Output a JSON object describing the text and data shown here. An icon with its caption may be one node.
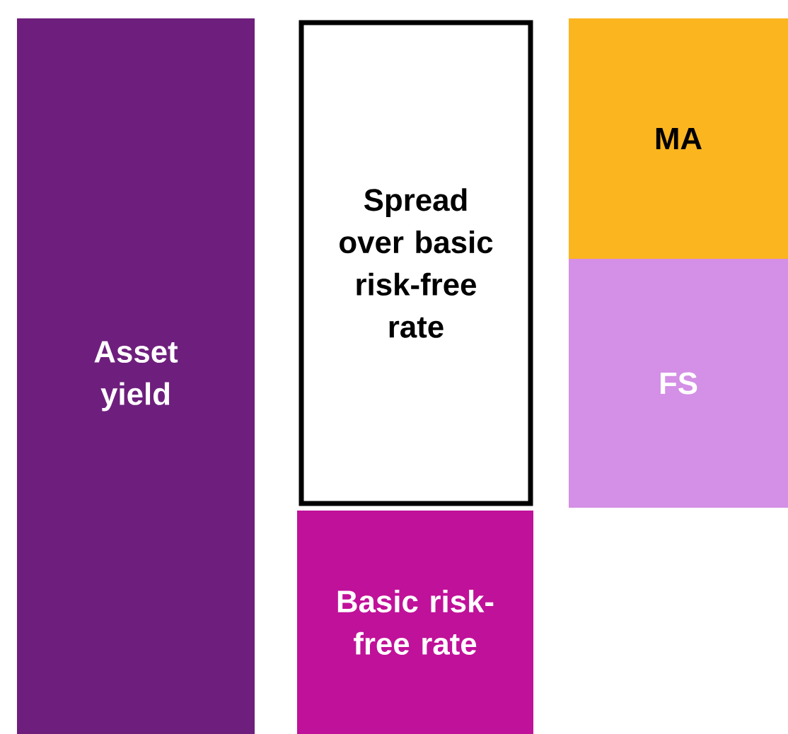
{
  "diagram": {
    "nodes": [
      {
        "text": [
          "Asset yield"
        ]
      },
      {
        "text": [
          "Spread over basic risk-free rate"
        ]
      },
      {
        "text": [
          "Basic risk-free rate"
        ]
      },
      {
        "text": [
          "MA"
        ]
      },
      {
        "text": [
          "FS"
        ]
      }
    ]
  }
}
